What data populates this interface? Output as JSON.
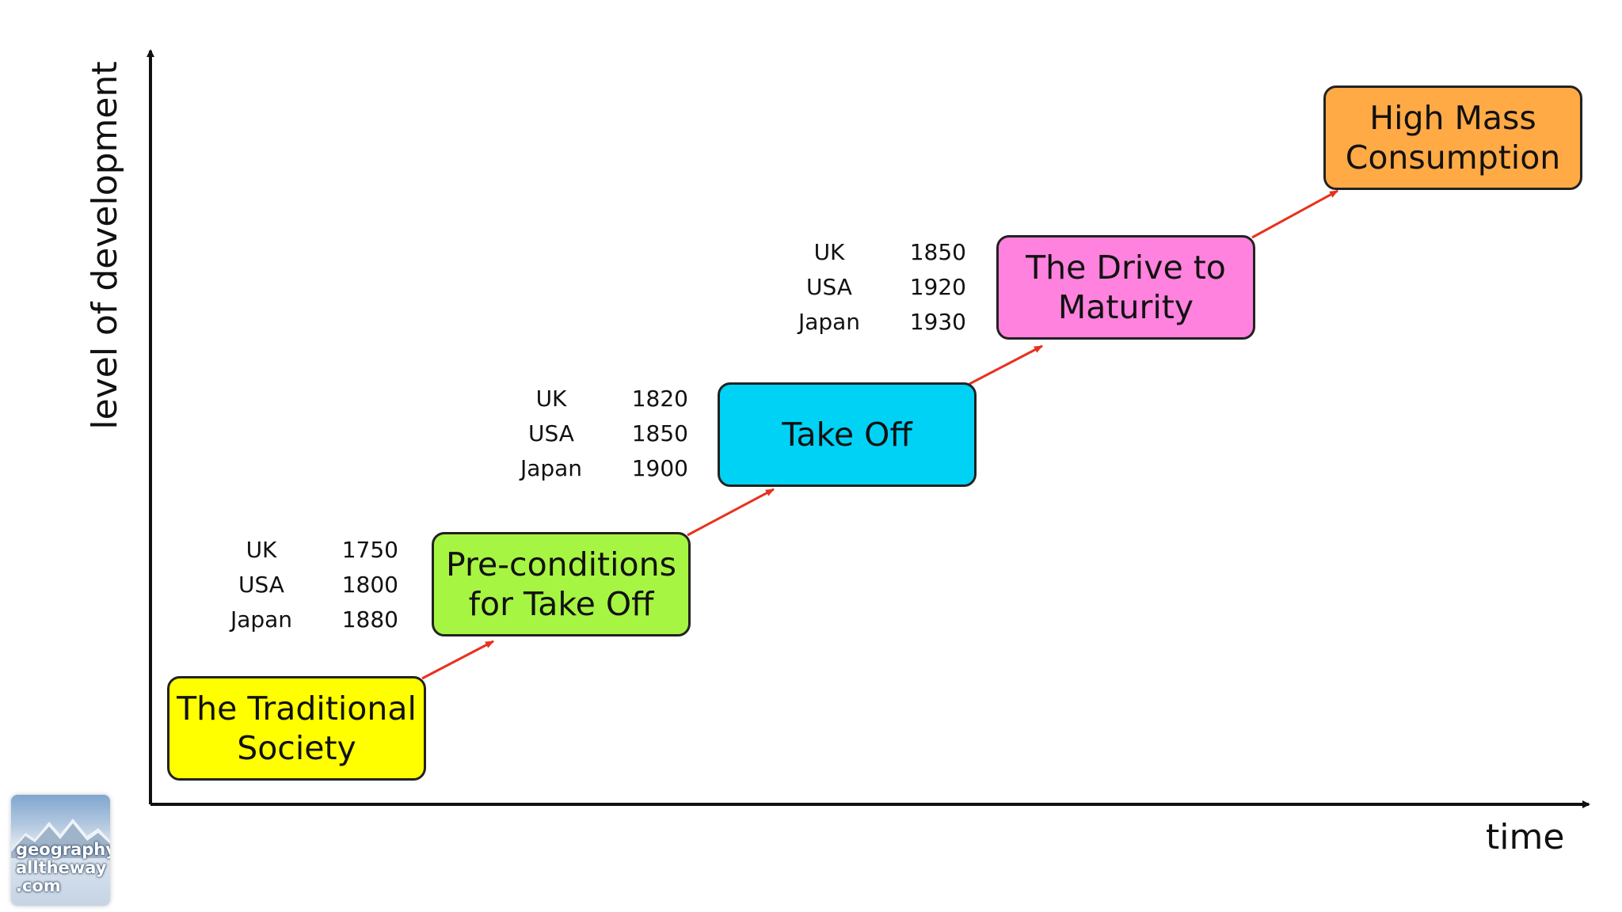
{
  "axes": {
    "y_label": "level of development",
    "x_label": "time"
  },
  "stages": [
    {
      "label": "The Traditional Society",
      "color": "#ffff00"
    },
    {
      "label": "Pre-conditions for Take Off",
      "color": "#a6f542"
    },
    {
      "label": "Take Off",
      "color": "#00d2f5"
    },
    {
      "label": "The Drive to Maturity",
      "color": "#ff82de"
    },
    {
      "label": "High Mass Consumption",
      "color": "#ffaa45"
    }
  ],
  "dates": {
    "preconditions": [
      {
        "country": "UK",
        "year": "1750"
      },
      {
        "country": "USA",
        "year": "1800"
      },
      {
        "country": "Japan",
        "year": "1880"
      }
    ],
    "takeoff": [
      {
        "country": "UK",
        "year": "1820"
      },
      {
        "country": "USA",
        "year": "1850"
      },
      {
        "country": "Japan",
        "year": "1900"
      }
    ],
    "maturity": [
      {
        "country": "UK",
        "year": "1850"
      },
      {
        "country": "USA",
        "year": "1920"
      },
      {
        "country": "Japan",
        "year": "1930"
      }
    ]
  },
  "colors": {
    "axis": "#111111",
    "connector_arrow": "#e8311f"
  },
  "logo": {
    "text": "geography alltheway .com"
  }
}
